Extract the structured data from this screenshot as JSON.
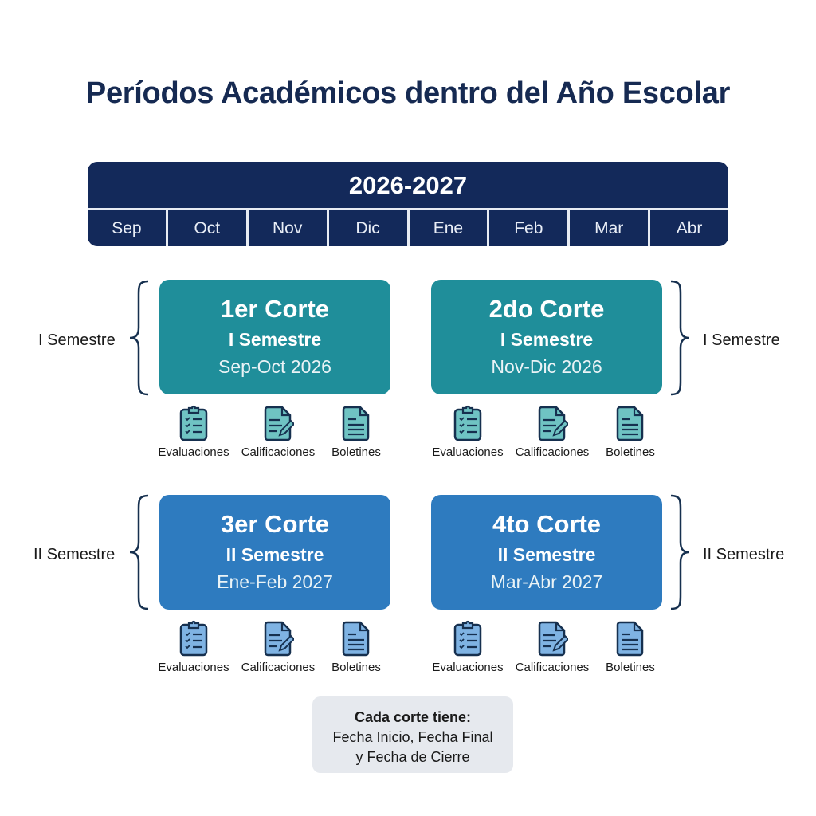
{
  "title": "Períodos Académicos dentro del Año Escolar",
  "timeline": {
    "year": "2026-2027",
    "months": [
      "Sep",
      "Oct",
      "Nov",
      "Dic",
      "Ene",
      "Feb",
      "Mar",
      "Abr"
    ]
  },
  "colors": {
    "title": "#162a52",
    "timeline_bg": "#13295a",
    "semester1_card": "#1f8e9a",
    "semester2_card": "#2e7bbf",
    "semester1_icon_fill": "#6fc3c3",
    "semester2_icon_fill": "#7fb3e3",
    "icon_stroke": "#16304f",
    "note_bg": "#e6e9ee"
  },
  "cortes": [
    {
      "title": "1er Corte",
      "semester": "I Semestre",
      "range": "Sep-Oct 2026",
      "side_label": "I Semestre"
    },
    {
      "title": "2do Corte",
      "semester": "I Semestre",
      "range": "Nov-Dic 2026",
      "side_label": "I Semestre"
    },
    {
      "title": "3er Corte",
      "semester": "II Semestre",
      "range": "Ene-Feb 2027",
      "side_label": "II Semestre"
    },
    {
      "title": "4to Corte",
      "semester": "II Semestre",
      "range": "Mar-Abr 2027",
      "side_label": "II Semestre"
    }
  ],
  "icons": [
    {
      "name": "clipboard-checklist-icon",
      "label": "Evaluaciones"
    },
    {
      "name": "document-pencil-icon",
      "label": "Calificaciones"
    },
    {
      "name": "document-lines-icon",
      "label": "Boletines"
    }
  ],
  "note": {
    "heading": "Cada corte tiene:",
    "line1": "Fecha Inicio, Fecha Final",
    "line2": "y Fecha de Cierre"
  }
}
